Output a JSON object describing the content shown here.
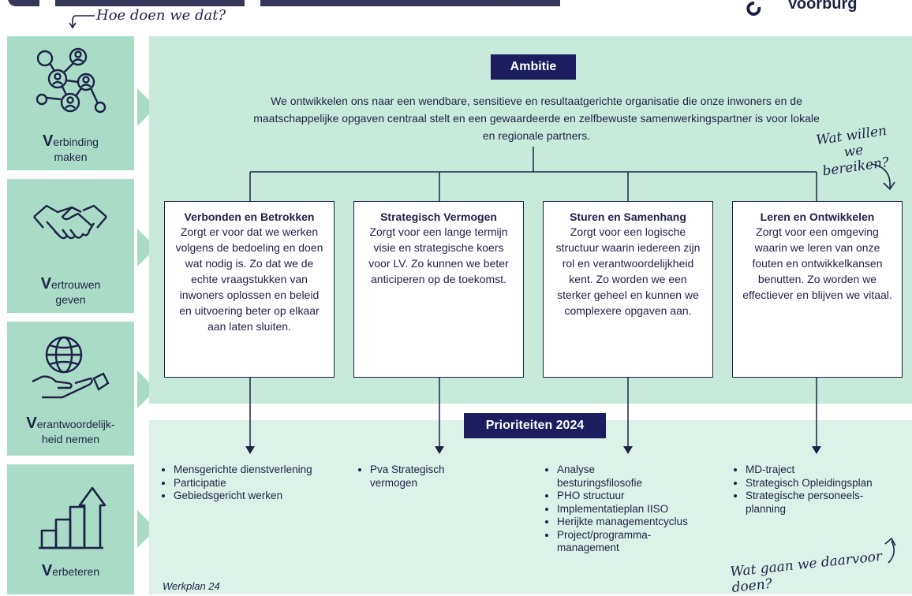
{
  "header": {
    "question_left": "Hoe doen we dat?",
    "logo_text": "Voorburg"
  },
  "values": [
    {
      "initial": "V",
      "rest": "erbinding",
      "line2": "maken",
      "icon": "network-people-icon"
    },
    {
      "initial": "V",
      "rest": "ertrouwen",
      "line2": "geven",
      "icon": "handshake-icon"
    },
    {
      "initial": "V",
      "rest": "erantwoordelijk-",
      "line2": "heid nemen",
      "icon": "globe-in-hand-icon"
    },
    {
      "initial": "V",
      "rest": "erbeteren",
      "line2": "",
      "icon": "growth-chart-icon"
    }
  ],
  "ambition": {
    "label": "Ambitie",
    "text": "We ontwikkelen ons naar een wendbare, sensitieve en resultaatgerichte organisatie die onze inwoners en de maatschappelijke opgaven centraal stelt en een gewaardeerde en zelfbewuste samenwerkingspartner is voor lokale en regionale partners.",
    "question": "Wat willen we bereiken?"
  },
  "pillars": [
    {
      "title": "Verbonden en Betrokken",
      "body": "Zorgt er voor dat we werken volgens de bedoeling en doen wat nodig is. Zo dat we de echte vraagstukken van inwoners oplossen en beleid en uitvoering beter op elkaar aan laten sluiten."
    },
    {
      "title": "Strategisch Vermogen",
      "body": "Zorgt voor een lange termijn visie en strategische koers voor LV. Zo kunnen we beter anticiperen op de toekomst."
    },
    {
      "title": "Sturen en Samenhang",
      "body": "Zorgt voor een logische structuur waarin iedereen zijn rol en verantwoordelijkheid kent. Zo worden we een sterker geheel en kunnen we complexere opgaven aan."
    },
    {
      "title": "Leren en Ontwikkelen",
      "body": "Zorgt voor een omgeving waarin we leren van onze fouten en ontwikkelkansen benutten. Zo worden we effectiever en blijven we vitaal."
    }
  ],
  "priorities": {
    "label": "Prioriteiten 2024",
    "columns": [
      [
        "Mensgerichte dienstverlening",
        "Participatie",
        "Gebiedsgericht werken"
      ],
      [
        "Pva Strategisch vermogen"
      ],
      [
        "Analyse besturingsfilosofie",
        "PHO structuur",
        "Implementatieplan IISO",
        "Herijkte managementcyclus",
        "Project/programma-management"
      ],
      [
        "MD-traject",
        "Strategisch Opleidingsplan",
        "Strategische personeels-planning"
      ]
    ],
    "question": "Wat gaan we daarvoor doen?",
    "footer": "Werkplan 24"
  },
  "colors": {
    "navy": "#1b1d5e",
    "mint": "#a8dcc6",
    "panel": "#c8eadb",
    "panel_light": "#dcf2e8"
  }
}
